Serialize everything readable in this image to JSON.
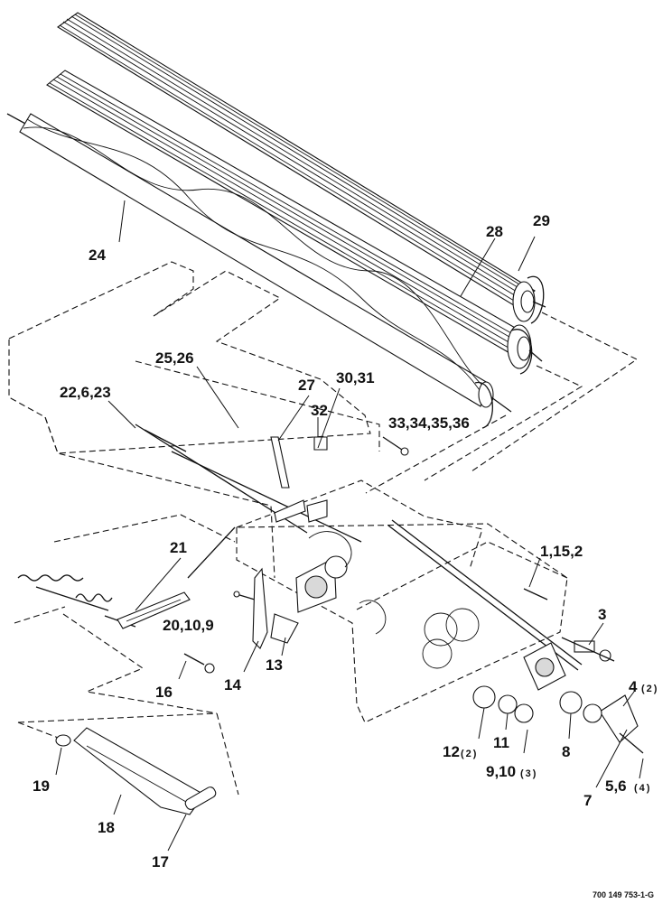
{
  "callouts": {
    "c24": "24",
    "c28": "28",
    "c29": "29",
    "c25_26": "25,26",
    "c22_6_23": "22,6,23",
    "c27": "27",
    "c30_31": "30,31",
    "c32": "32",
    "c33_36": "33,34,35,36",
    "c21": "21",
    "c20_10_9": "20,10,9",
    "c1_15_2": "1,15,2",
    "c3": "3",
    "c4": "4",
    "c4q": "(2)",
    "c14": "14",
    "c13": "13",
    "c16": "16",
    "c12": "12",
    "c12q": "(2)",
    "c11": "11",
    "c8": "8",
    "c9_10": "9,10",
    "c9_10q": "(3)",
    "c7": "7",
    "c5_6": "5,6",
    "c5_6q": "(4)",
    "c19": "19",
    "c18": "18",
    "c17": "17"
  },
  "document_number": "700 149 753-1-G"
}
